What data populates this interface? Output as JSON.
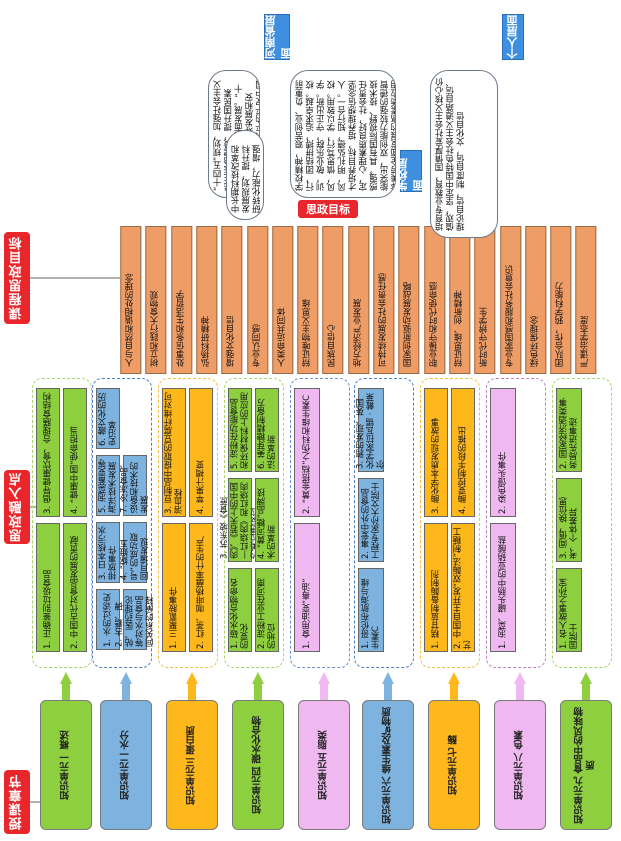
{
  "headers": {
    "chapter": "授课章节",
    "points": "思政融入点",
    "goals": "课程思政目标"
  },
  "chapters": [
    {
      "label": "知识单元一 概述",
      "color": "#8dcf3f"
    },
    {
      "label": "知识单元二 水分",
      "color": "#7fb3df"
    },
    {
      "label": "知识单元三 蛋白质",
      "color": "#ffb81c"
    },
    {
      "label": "知识单元四 碳水化合物",
      "color": "#8dcf3f"
    },
    {
      "label": "知识单元五 脂类",
      "color": "#f0b8f0"
    },
    {
      "label": "知识单元六 维生素及矿物质",
      "color": "#7fb3df"
    },
    {
      "label": "知识单元七 酶",
      "color": "#ffb81c"
    },
    {
      "label": "知识单元八 色素",
      "color": "#f0b8f0"
    },
    {
      "label": "知识单元九 食品中的风味物质",
      "color": "#8dcf3f"
    }
  ],
  "point_groups": [
    {
      "color": "#8dcf3f",
      "border": "#a6d66a",
      "items": [
        "1. 正确鉴别垃圾食品",
        "3. 倡导健康饮食，合理膳食结构",
        "2. 中国古代对食品发展的贡献",
        "4. “健康中国”使命担当"
      ]
    },
    {
      "color": "#7fb3df",
      "border": "#4a7fc0",
      "items": [
        "1. 水的过滤史",
        "3. 日本核污水排放事件",
        "5. 泡菜蓄变等海洋技术发展",
        "6. 藏文化的历史沿革",
        "2. 古籍、碑帖、医药理论等对水与食品间关系的阐释",
        "4. “嫦娥五号”的成功取回月壤发现",
        "7. 冷冻食品、设备和技术的发展"
      ]
    },
    {
      "color": "#ffb81c",
      "border": "#f0c040",
      "items": [
        "1. 三聚氰胺事件",
        "3. 豆制品中提取的豆腐纤维对可溶血栓",
        "2. 红茶、咖啡杨蘸率什的生产",
        "4. 苹果汁褐变"
      ]
    },
    {
      "color": "#8dcf3f",
      "border": "#a6d66a",
      "items": [
        "1. 碳水化合物命名的变化",
        "3. 苏东坡《食蔗肉》、《若天上的中国—红烧肉》和红烧肉的美拉德反应",
        "5. 淀粉在功能食品和环保材料上的应用",
        "2. 淀粉工业在河南的地位",
        "4. “黄河糖”品牌技术的革新",
        "6. 美芽糖精制备方法的革新"
      ]
    },
    {
      "color": "#f0b8f0",
      "border": "#6c8fd0",
      "items": [
        "1. 食用油变“毒油”",
        "2. “黄金搭档”之伪科和维生素C"
      ]
    },
    {
      "color": "#7fb3df",
      "border": "#4a7fc0",
      "items": [
        "1. 哥伦布航海与维生素C",
        "2. 事爱中外的食品工程专家孙大文院士",
        "3. 鸦的发现、英国化学家拉瓦锡 · 戴莱尔"
      ]
    },
    {
      "color": "#ffb81c",
      "border": "#f0c040",
      "items": [
        "1. 糕甘蓝制备酶制剂",
        "3. 酶化学本质发现的故事",
        "2. 中国自主开发“双酶法”制糖工艺",
        "4. 酶变控制手段的推出"
      ]
    },
    {
      "color": "#f0b8f0",
      "border": "#c080c0",
      "items": [
        "1. 泡菜、罐头肠中的亚硝酸盐",
        "2. 染色馒头事件"
      ]
    },
    {
      "color": "#8dcf3f",
      "border": "#a6d66a",
      "items": [
        "1. 名人故事之孙宝国院士",
        "3. 闻值，换位思考，个体差异",
        "2. 国家经济酒类事务局先进事迹"
      ]
    }
  ],
  "goals": [
    "人与自然和谐相处的理念",
    "树立和践行大食物观",
    "处事信条和生活哲学",
    "弘扬科研精神",
    "增强文化自信",
    "专业认同感",
    "人类命运共同体",
    "辩证唯物主义思维",
    "民族自信心",
    "地方经济产业发展",
    "可持续发展的社会责任感",
    "国家创新驱动发展战略",
    "职业操守和时代使命感",
    "辩证思维、创新精神",
    "新时代守辨学生",
    "专业家国感和服务社会意识",
    "绿色环保理念",
    "团队合作，鸦学科能力",
    "严谨治学态度"
  ],
  "goal_title": "思政目标",
  "levels": [
    {
      "label": "国家层面",
      "text": "“十四五”规划，加强社会主义民主法治建设，提升国民素质，促进人的全面发展。“十四五”规划，统筹发展和安全，建设更高水平的平安中国"
    },
    {
      "label": "河南省层面",
      "text": "中长期科技改革和发展规划，提升科研转化能力，增强服务社会发展能力。经济发展十大战略之一，创新驱动科教兴省，人才强省战略"
    },
    {
      "label": "学校层面",
      "text": "学校精神，艰苦创业、负重前行，团结拼搏，追求卓越。校训，敬业乐群，守正出新。学风，慎思笃行，学以致用。校风，明礼弘德，知行合一。人才培养目标，培养理想信念坚定，心理素质良好，社会责任感强，具有国际视野、技术技能突出，双创能力较强的德智体美劳全面发展的高素质应用型本科人才"
    },
    {
      "label": "个人层面",
      "text": "培育专业教育，国情厚爱社会主义核心价值观，坚定中国特色社会主义道路自信、理论自信，制度自信，文化自信"
    }
  ]
}
